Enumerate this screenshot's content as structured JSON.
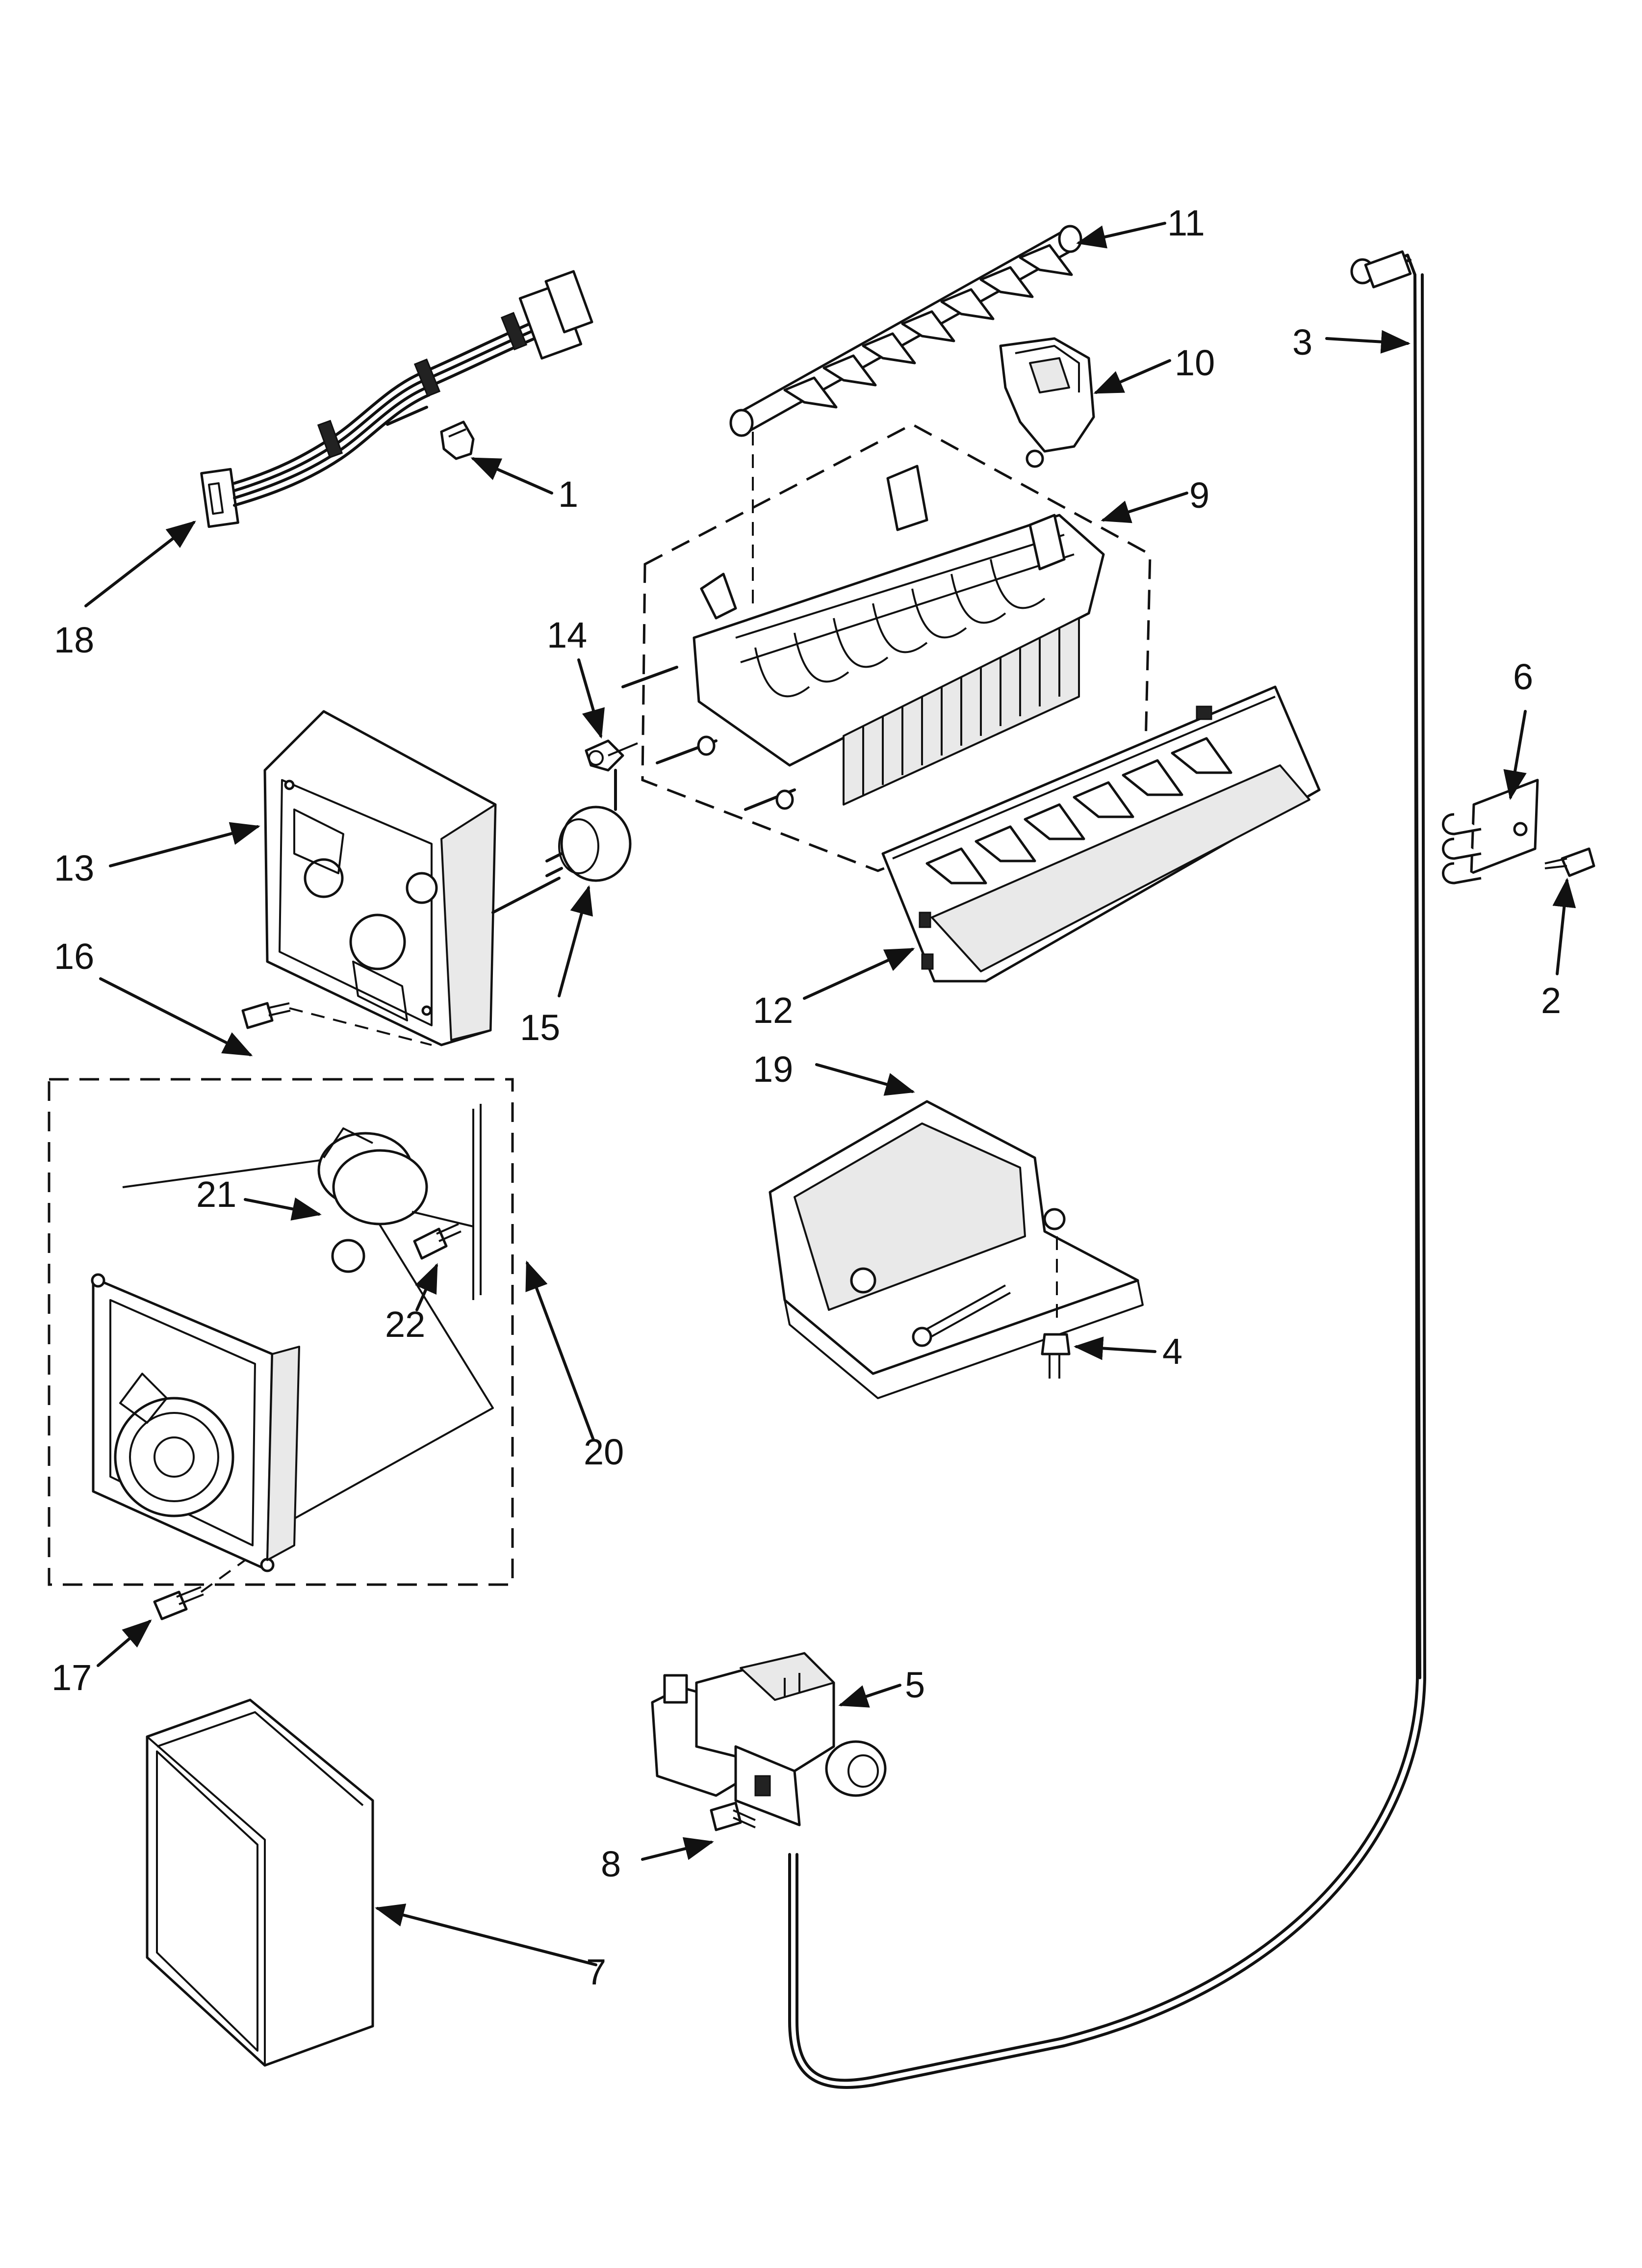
{
  "callouts": {
    "p1": "1",
    "p2": "2",
    "p3": "3",
    "p4": "4",
    "p5": "5",
    "p6": "6",
    "p7": "7",
    "p8": "8",
    "p9": "9",
    "p10": "10",
    "p11": "11",
    "p12": "12",
    "p13": "13",
    "p14": "14",
    "p15": "15",
    "p16": "16",
    "p17": "17",
    "p18": "18",
    "p19": "19",
    "p20": "20",
    "p21": "21",
    "p22": "22"
  },
  "colors": {
    "line": "#111111",
    "background": "#ffffff",
    "shade": "#e9e9e9"
  }
}
